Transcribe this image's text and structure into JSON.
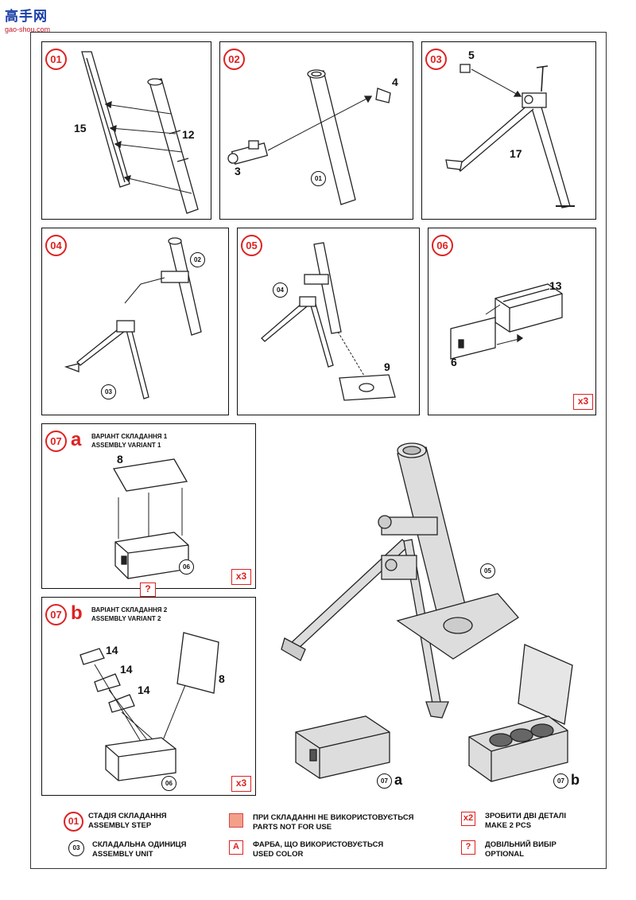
{
  "watermark": {
    "logo": "高手网",
    "url": "gao-shou.com"
  },
  "steps": {
    "s01": {
      "label": "01",
      "parts": [
        "15",
        "12"
      ]
    },
    "s02": {
      "label": "02",
      "parts": [
        "4",
        "3"
      ],
      "unit": "01"
    },
    "s03": {
      "label": "03",
      "parts": [
        "5",
        "17"
      ]
    },
    "s04": {
      "label": "04",
      "unit_top": "02",
      "unit_bottom": "03"
    },
    "s05": {
      "label": "05",
      "unit": "04",
      "parts": [
        "9"
      ]
    },
    "s06": {
      "label": "06",
      "parts": [
        "13",
        "6"
      ],
      "multiplier": "x3"
    },
    "s07a": {
      "label": "07",
      "letter": "a",
      "variant_ua": "ВАРІАНТ СКЛАДАННЯ 1",
      "variant_en": "ASSEMBLY VARIANT 1",
      "parts": [
        "8"
      ],
      "unit": "06",
      "multiplier": "x3",
      "optional": "?"
    },
    "s07b": {
      "label": "07",
      "letter": "b",
      "variant_ua": "ВАРІАНТ СКЛАДАННЯ 2",
      "variant_en": "ASSEMBLY VARIANT 2",
      "parts": [
        "14",
        "14",
        "14",
        "8"
      ],
      "unit": "06",
      "multiplier": "x3"
    }
  },
  "final": {
    "unit_main": "05",
    "unit_a": "07",
    "letter_a": "a",
    "unit_b": "07",
    "letter_b": "b"
  },
  "legend": {
    "step": {
      "symbol": "01",
      "ua": "СТАДІЯ СКЛАДАННЯ",
      "en": "ASSEMBLY STEP"
    },
    "unit": {
      "symbol": "03",
      "ua": "СКЛАДАЛЬНА ОДИНИЦЯ",
      "en": "ASSEMBLY UNIT"
    },
    "not_used": {
      "ua": "ПРИ СКЛАДАННІ НЕ ВИКОРИСТОВУЄТЬСЯ",
      "en": "PARTS NOT FOR USE"
    },
    "color": {
      "symbol": "A",
      "ua": "ФАРБА, ЩО ВИКОРИСТОВУЄТЬСЯ",
      "en": "USED COLOR"
    },
    "make2": {
      "symbol": "x2",
      "ua": "ЗРОБИТИ ДВІ ДЕТАЛІ",
      "en": "MAKE 2 PCS"
    },
    "optional": {
      "symbol": "?",
      "ua": "ДОВІЛЬНИЙ ВИБІР",
      "en": "OPTIONAL"
    }
  }
}
